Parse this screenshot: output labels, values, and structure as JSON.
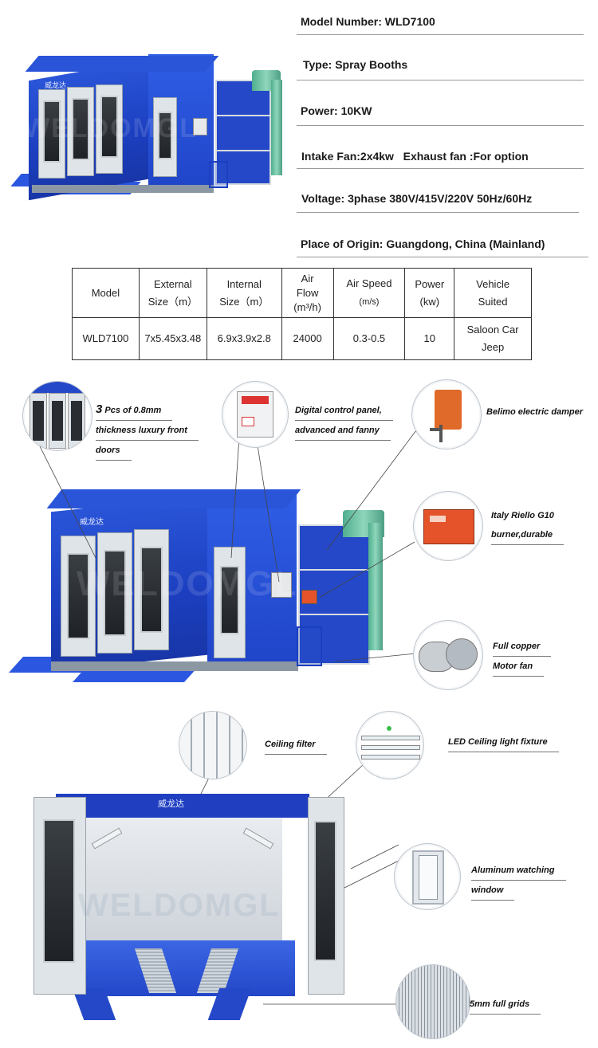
{
  "specs": {
    "model_number": "Model Number: WLD7100",
    "type": "Type: Spray Booths",
    "power": "Power: 10KW",
    "intake": "Intake Fan:2x4kw   Exhaust fan :For option",
    "voltage": "Voltage: 3phase 380V/415V/220V 50Hz/60Hz",
    "origin": "Place of Origin: Guangdong, China (Mainland)"
  },
  "table": {
    "headers": [
      [
        "Model"
      ],
      [
        "External",
        "Size（m）"
      ],
      [
        "Internal",
        "Size（m）"
      ],
      [
        "Air",
        "Flow",
        "(m³/h)"
      ],
      [
        "Air Speed",
        "(m/s)"
      ],
      [
        "Power",
        "(kw)"
      ],
      [
        "Vehicle",
        "Suited"
      ]
    ],
    "row": {
      "model": "WLD7100",
      "external": "7x5.45x3.48",
      "internal": "6.9x3.9x2.8",
      "airflow": "24000",
      "speed": "0.3-0.5",
      "power": "10",
      "vehicle_1": "Saloon Car",
      "vehicle_2": "Jeep"
    }
  },
  "callouts": {
    "doors_num": "3",
    "doors_1": " Pcs of 0.8mm",
    "doors_2": "thickness luxury front",
    "doors_3": "doors",
    "panel_1": "Digital control panel,",
    "panel_2": "advanced and fanny",
    "damper": "Belimo electric damper",
    "burner_1": "Italy Riello G10",
    "burner_2": "burner,durable",
    "fan_1": "Full  copper",
    "fan_2": "Motor fan",
    "ceiling_filter": "Ceiling filter",
    "led": "LED  Ceiling light fixture",
    "window_1": "Aluminum watching",
    "window_2": "window",
    "grids": "5mm full grids"
  },
  "brand": {
    "logo_cn": "威龙达",
    "watermark": "WELDOMGL"
  },
  "colors": {
    "booth_blue": "#1c3fc0",
    "duct_green": "#6cc4a3",
    "burner_orange": "#e5532a",
    "damper_orange": "#e06a2a"
  }
}
